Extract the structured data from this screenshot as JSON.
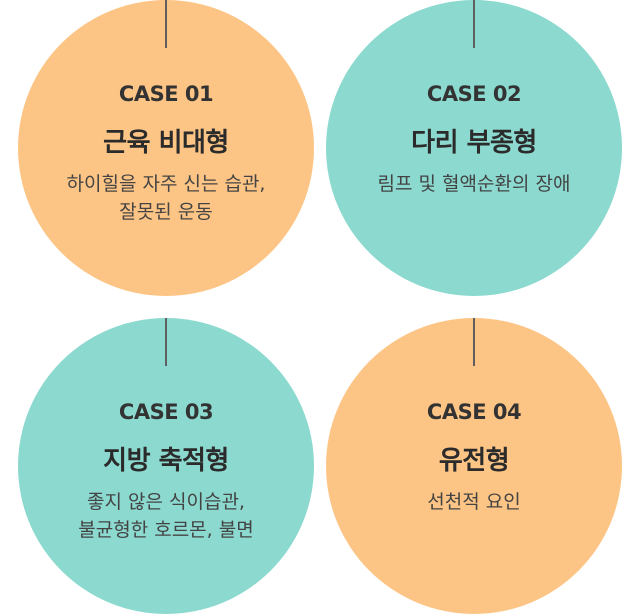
{
  "colors": {
    "orange": "#FDC585",
    "teal": "#8BD9CF",
    "connector": "#5F5F5F",
    "text": "#333333"
  },
  "cases": [
    {
      "label": "CASE 01",
      "title": "근육 비대형",
      "desc_lines": [
        "하이힐을 자주 신는 습관,",
        "잘못된 운동"
      ]
    },
    {
      "label": "CASE 02",
      "title": "다리 부종형",
      "desc_lines": [
        "림프 및 혈액순환의 장애"
      ]
    },
    {
      "label": "CASE 03",
      "title": "지방 축적형",
      "desc_lines": [
        "좋지 않은 식이습관,",
        "불균형한 호르몬, 불면"
      ]
    },
    {
      "label": "CASE 04",
      "title": "유전형",
      "desc_lines": [
        "선천적 요인"
      ]
    }
  ]
}
